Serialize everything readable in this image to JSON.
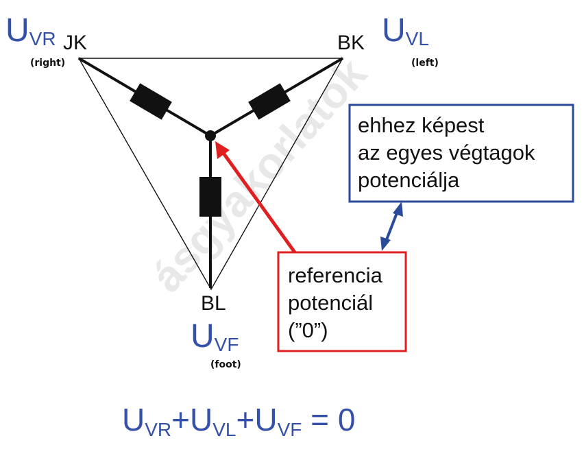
{
  "nodes": {
    "jk": "JK",
    "bk": "BK",
    "bl": "BL"
  },
  "potentials": {
    "vr": {
      "u": "U",
      "sub": "VR",
      "note": "(right)"
    },
    "vl": {
      "u": "U",
      "sub": "VL",
      "note": "(left)"
    },
    "vf": {
      "u": "U",
      "sub": "VF",
      "note": "(foot)"
    }
  },
  "reference_box": {
    "line1": "referencia",
    "line2": "potenciál",
    "line3": "(”0”)"
  },
  "limb_box": {
    "line1": "ehhez képest",
    "line2": "az egyes végtagok",
    "line3": "potenciálja"
  },
  "equation": {
    "u1": "U",
    "sub1": "VR",
    "plus1": "+",
    "u2": "U",
    "sub2": "VL",
    "plus2": "+",
    "u3": "U",
    "sub3": "VF",
    "rhs": " = 0"
  },
  "watermark": "ásgyakorlatok",
  "colors": {
    "blue": "#3450a8",
    "red": "#e02020",
    "black": "#111111",
    "box_blue_border": "#2a4a9a",
    "box_red_border": "#e02020"
  }
}
